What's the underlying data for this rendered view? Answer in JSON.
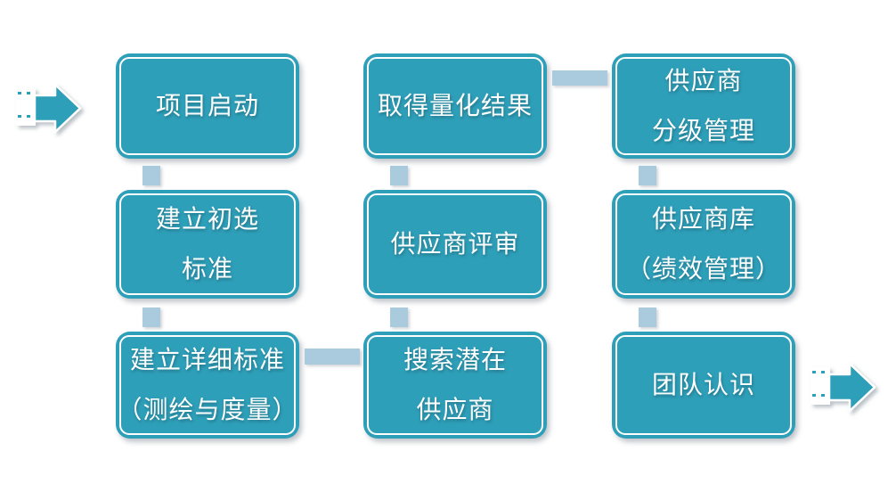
{
  "colors": {
    "shape_fill": "#2E9FB9",
    "connector": "#A9CBDD",
    "text": "#ffffff"
  },
  "flow": {
    "start_arrow": {
      "icon": "striped-right-arrow"
    },
    "end_arrow": {
      "icon": "striped-right-arrow"
    },
    "boxes": [
      {
        "id": "project-kickoff",
        "lines": [
          "项目启动"
        ]
      },
      {
        "id": "initial-criteria",
        "lines": [
          "建立初选",
          "标准"
        ]
      },
      {
        "id": "detailed-criteria",
        "lines": [
          "建立详细标准",
          "（测绘与度量）"
        ]
      },
      {
        "id": "quantified-results",
        "lines": [
          "取得量化结果"
        ]
      },
      {
        "id": "supplier-review",
        "lines": [
          "供应商评审"
        ]
      },
      {
        "id": "search-suppliers",
        "lines": [
          "搜索潜在",
          "供应商"
        ]
      },
      {
        "id": "supplier-grading",
        "lines": [
          "供应商",
          "分级管理"
        ]
      },
      {
        "id": "supplier-database",
        "lines": [
          "供应商库",
          "（绩效管理）"
        ]
      },
      {
        "id": "team-recognition",
        "lines": [
          "团队认识"
        ]
      }
    ]
  }
}
